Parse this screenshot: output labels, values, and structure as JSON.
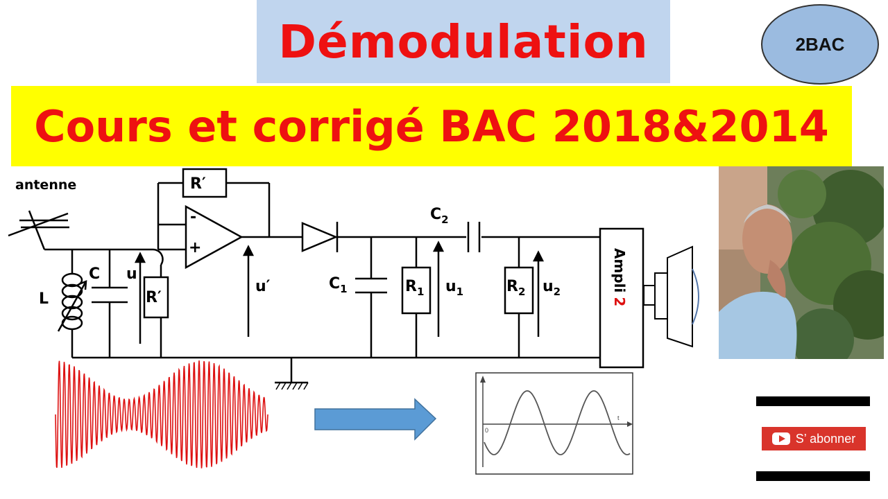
{
  "title": "Démodulation",
  "subtitle": "Cours et corrigé BAC 2018&2014",
  "badge": "2BAC",
  "circuit": {
    "antenna": "antenne",
    "L": "L",
    "C": "C",
    "u": "u",
    "R_prime_top": "R′",
    "R_prime_bottom": "R′",
    "minus": "-",
    "plus": "+",
    "u_prime": "u′",
    "C2": "C",
    "C2_sub": "2",
    "C1": "C",
    "C1_sub": "1",
    "R1": "R",
    "R1_sub": "1",
    "u1": "u",
    "u1_sub": "1",
    "R2": "R",
    "R2_sub": "2",
    "u2": "u",
    "u2_sub": "2",
    "ampli": "Ampli",
    "ampli_num": "2"
  },
  "graph": {
    "origin": "0",
    "t": "t"
  },
  "subscribe": {
    "icon": "youtube-play-icon",
    "label": "S’ abonner"
  },
  "colors": {
    "title_red": "#ee1111",
    "title_bg": "#c0d5ee",
    "subtitle_bg": "#ffff00",
    "badge_bg": "#9bbbe0",
    "arrow": "#5b9bd5",
    "signal": "#dd1111"
  }
}
